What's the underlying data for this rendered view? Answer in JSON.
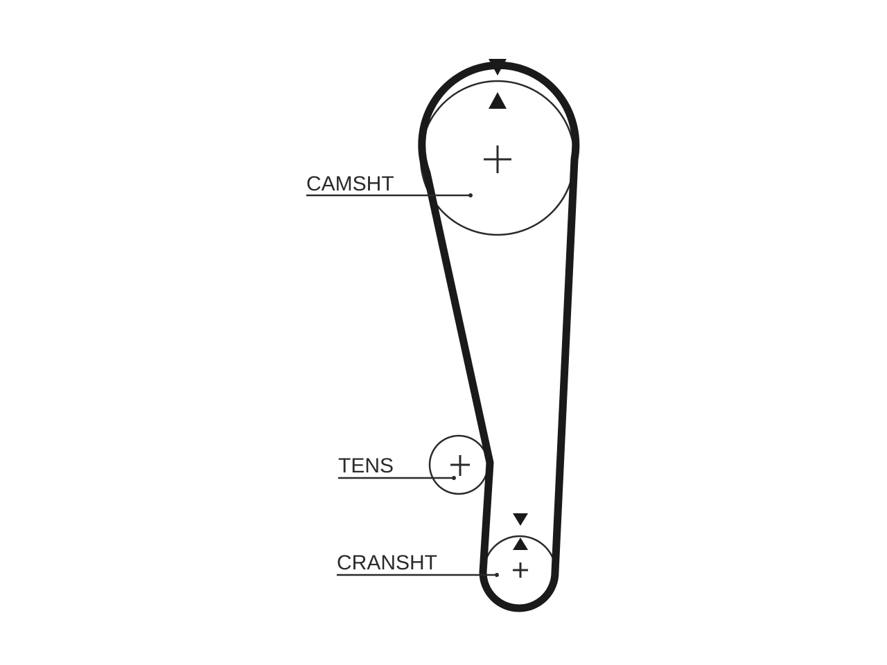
{
  "labels": {
    "camshaft": "CAMSHT",
    "tensioner": "TENS",
    "crankshaft": "CRANSHT"
  },
  "colors": {
    "line": "#1a1a1a",
    "background": "#ffffff"
  }
}
